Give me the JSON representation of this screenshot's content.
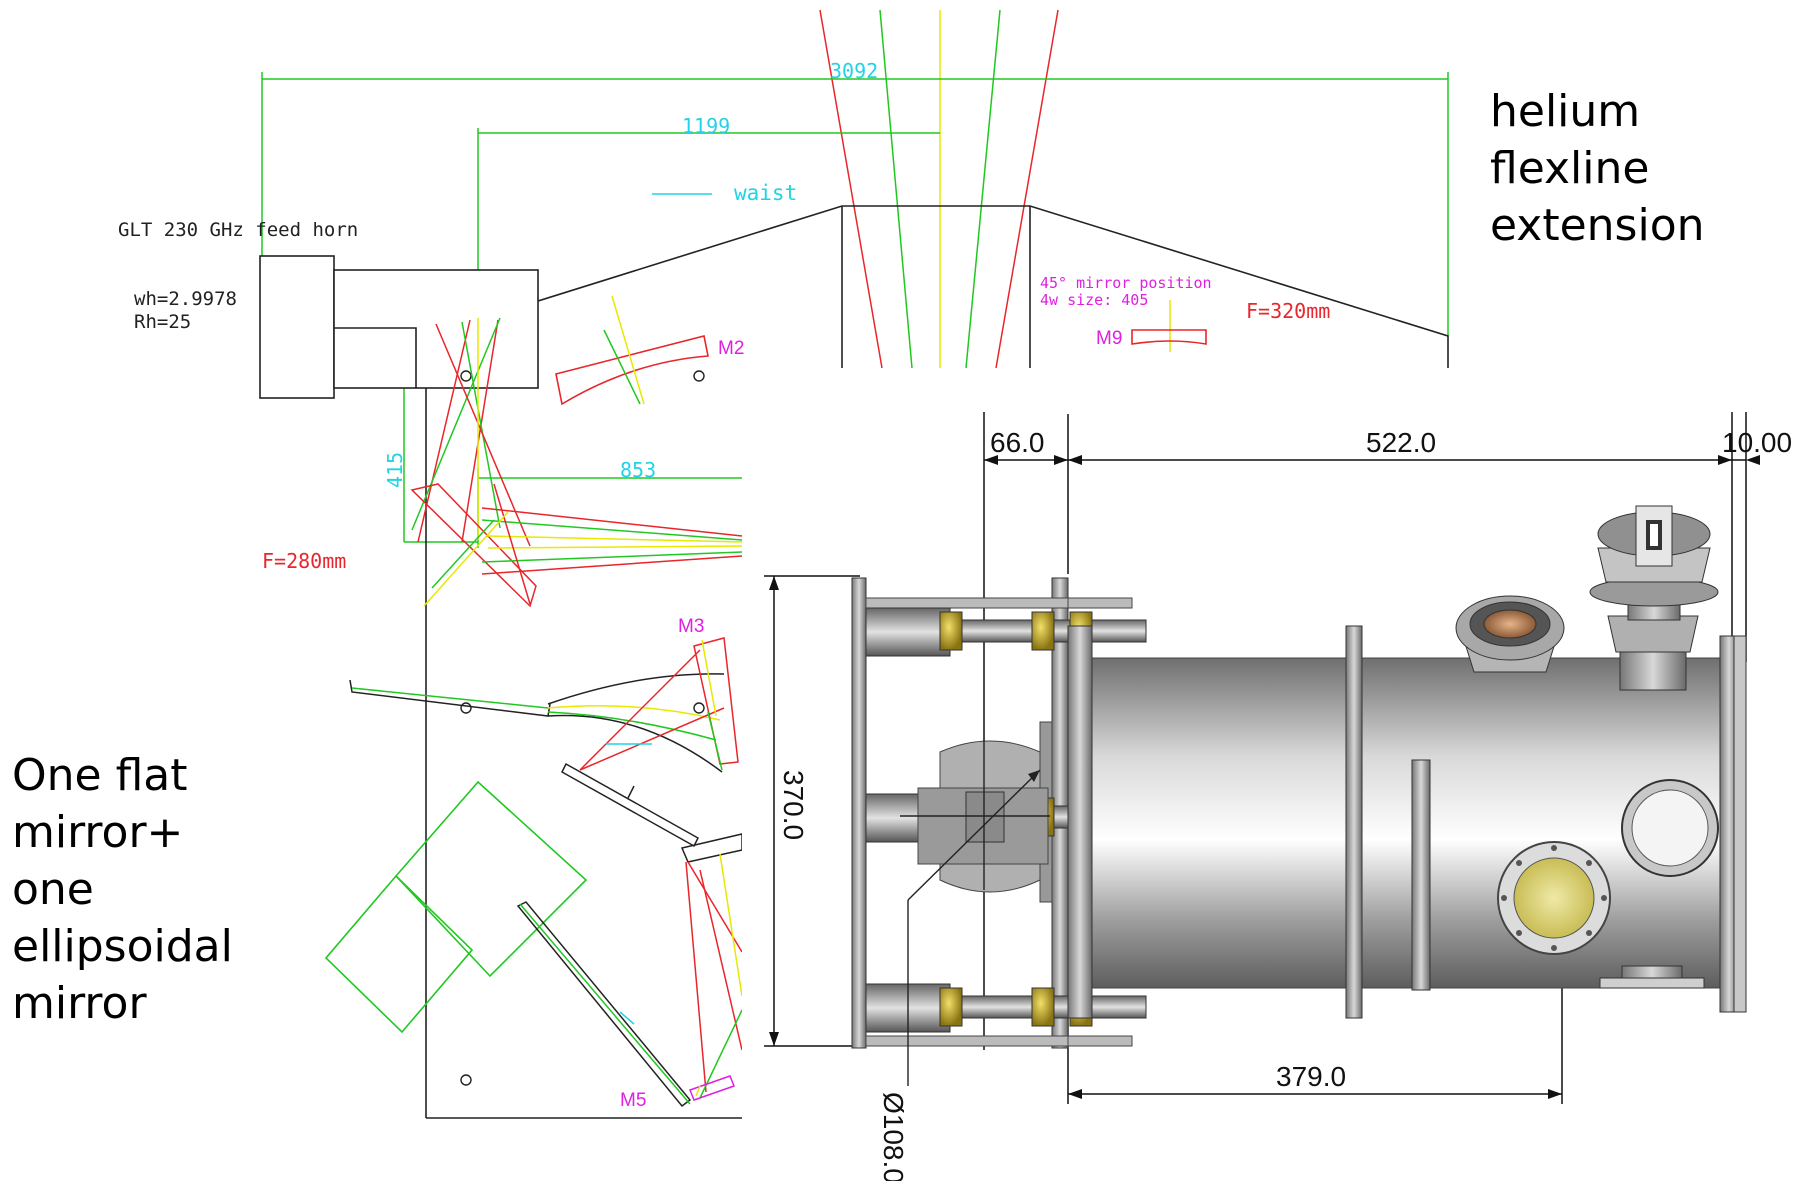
{
  "notes": {
    "right": [
      "helium",
      "flexline",
      "extension"
    ],
    "left": [
      "One flat",
      "mirror+",
      "one",
      "ellipsoidal",
      "mirror"
    ]
  },
  "optics": {
    "feed_horn_title": "GLT 230 GHz feed horn",
    "wh": "wh=2.9978",
    "rh": "Rh=25",
    "waist_label": "waist",
    "mirror_note_line1": "45° mirror position",
    "mirror_note_line2": "4w size: 405",
    "focal_right": "F=320mm",
    "focal_left": "F=280mm",
    "mirror_labels": {
      "m2": "M2",
      "m3": "M3",
      "m5": "M5",
      "m9": "M9"
    },
    "dims": {
      "overall": "3092",
      "upper": "1199",
      "mid": "853",
      "vertical": "415"
    }
  },
  "cryostat": {
    "dims": {
      "a": "66.0",
      "b": "522.0",
      "c": "10.00",
      "height": "370.0",
      "base": "379.0",
      "diameter": "Ø108.0"
    }
  },
  "colors": {
    "ray_red": "#e8262b",
    "ray_green": "#21c821",
    "ray_yellow": "#e8e800",
    "dim_green": "#21c821",
    "dim_cyan": "#22d3e6",
    "magenta": "#e020e0",
    "outline": "#222222"
  }
}
